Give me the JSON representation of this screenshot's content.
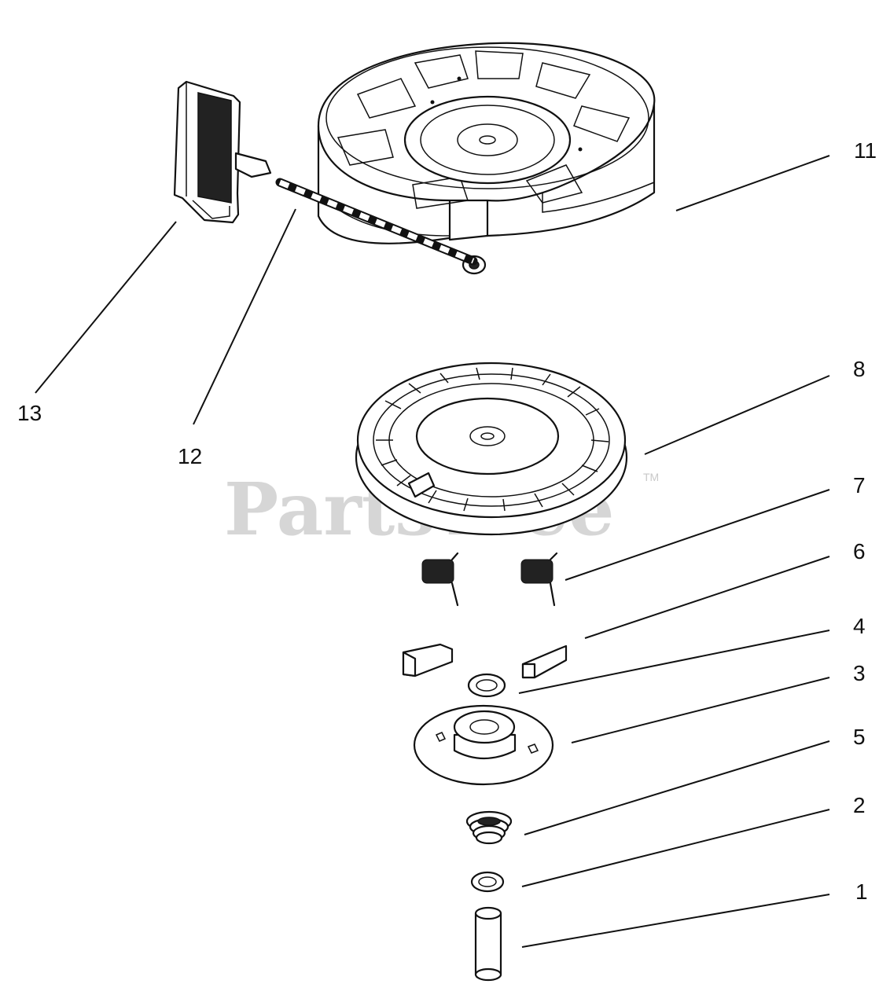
{
  "watermark": {
    "text": "PartsTree",
    "tm": "TM"
  },
  "callouts": [
    {
      "num": "11",
      "part": "housing"
    },
    {
      "num": "13",
      "part": "handle"
    },
    {
      "num": "12",
      "part": "rope"
    },
    {
      "num": "8",
      "part": "pulley"
    },
    {
      "num": "7",
      "part": "spring"
    },
    {
      "num": "6",
      "part": "pawl"
    },
    {
      "num": "4",
      "part": "washer"
    },
    {
      "num": "3",
      "part": "retainer"
    },
    {
      "num": "5",
      "part": "spring"
    },
    {
      "num": "2",
      "part": "washer"
    },
    {
      "num": "1",
      "part": "pin"
    }
  ]
}
